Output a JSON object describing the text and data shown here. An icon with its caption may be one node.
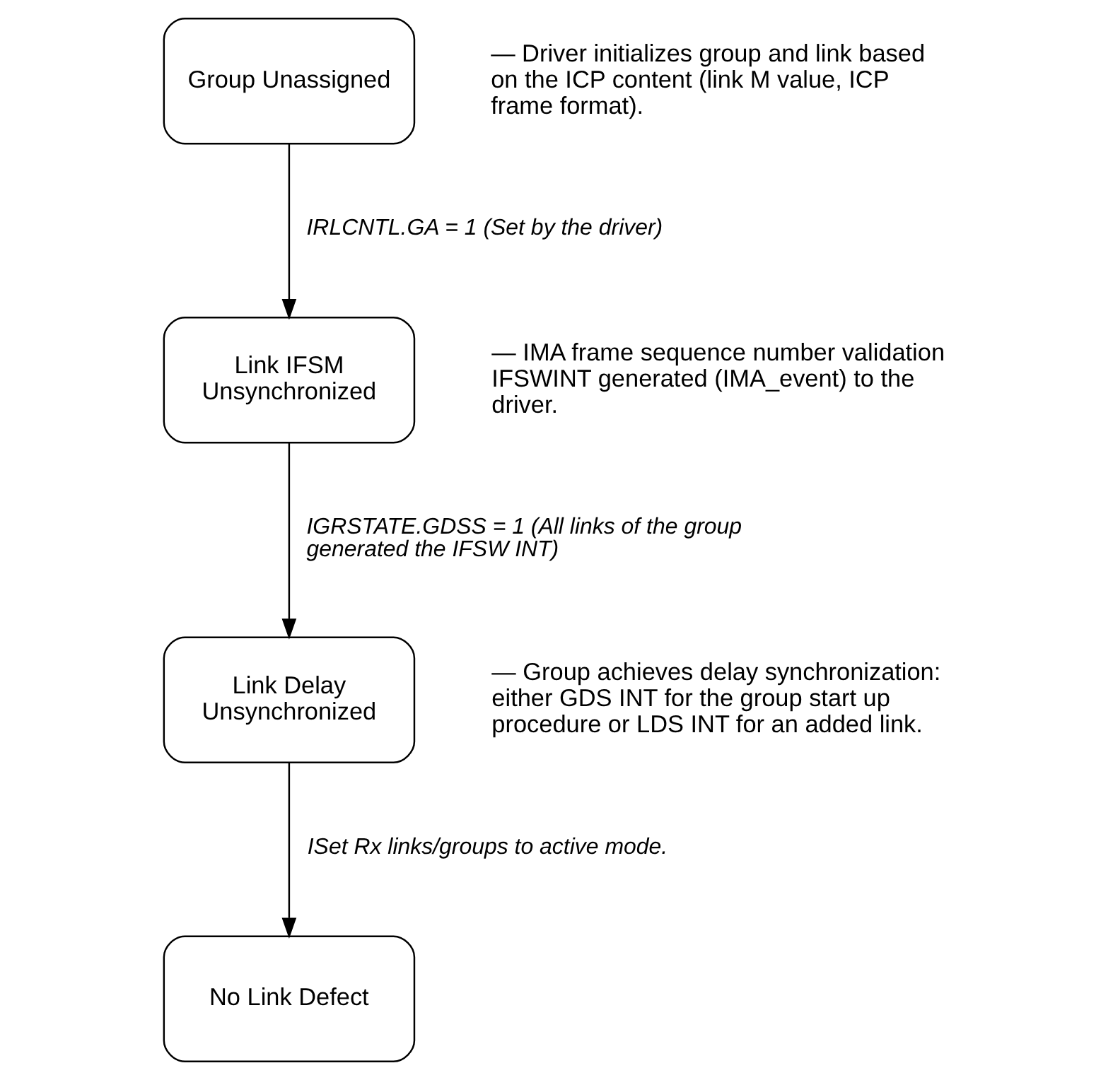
{
  "diagram": {
    "nodes": [
      {
        "text": [
          "Group Unassigned"
        ],
        "beside": [
          "— Driver initializes group and link based on the ICP content (link M value, ICP frame format)."
        ]
      },
      {
        "text": [
          "Link IFSM Unsynchronized"
        ],
        "beside": [
          "— IMA frame sequence number validation IFSWINT generated (IMA_event) to the driver."
        ]
      },
      {
        "text": [
          "Link Delay Unsynchronized"
        ],
        "beside": [
          "— Group achieves delay synchronization: either GDS INT for the group start up procedure or LDS INT for an added link."
        ]
      },
      {
        "text": [
          "No Link Defect"
        ]
      }
    ],
    "edges": [
      {
        "from": 0,
        "to": 1,
        "arrow": "to",
        "label": "IRLCNTL.GA = 1 (Set by the driver)"
      },
      {
        "from": 1,
        "to": 2,
        "arrow": "to",
        "label": "IGRSTATE.GDSS = 1 (All links of the group generated the IFSW INT)"
      },
      {
        "from": 2,
        "to": 3,
        "arrow": "to",
        "label": "ISet Rx links/groups to active mode."
      }
    ]
  }
}
